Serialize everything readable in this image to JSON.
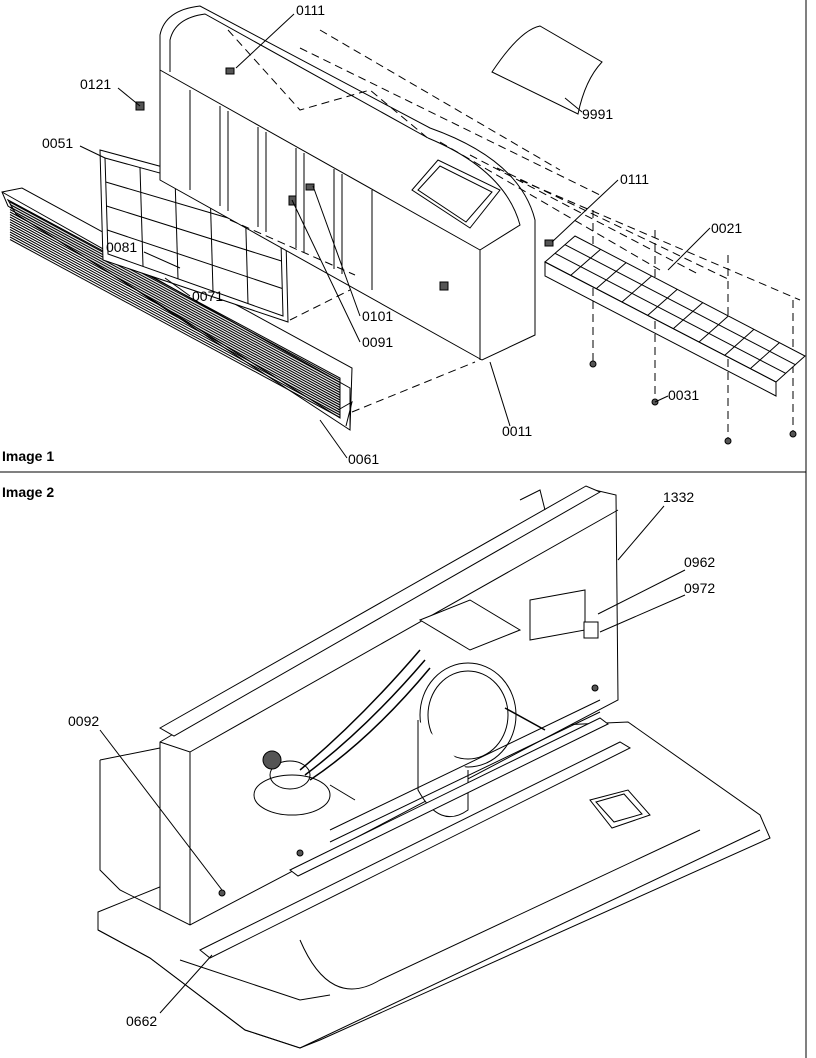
{
  "panels": [
    {
      "label": "Image 1",
      "callouts": {
        "c0111a": "0111",
        "c0121": "0121",
        "c9991": "9991",
        "c0051": "0051",
        "c0111b": "0111",
        "c0021": "0021",
        "c0081": "0081",
        "c0071": "0071",
        "c0101": "0101",
        "c0091": "0091",
        "c0031": "0031",
        "c0011": "0011",
        "c0061": "0061"
      }
    },
    {
      "label": "Image 2",
      "callouts": {
        "c1332": "1332",
        "c0962": "0962",
        "c0972": "0972",
        "c0092": "0092",
        "c0662": "0662"
      }
    }
  ]
}
